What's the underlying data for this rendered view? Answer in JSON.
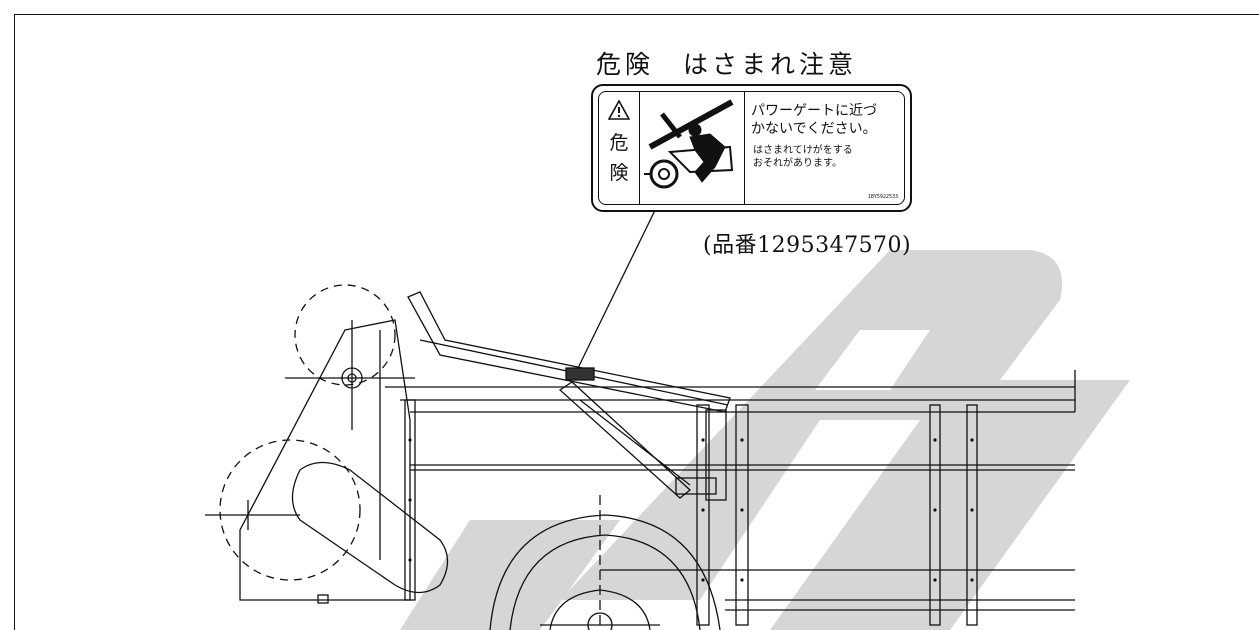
{
  "warning_label": {
    "heading": "危険　はさまれ注意",
    "danger_chars": [
      "危",
      "険"
    ],
    "message_main": [
      "パワーゲートに近づ",
      "かないでください。"
    ],
    "message_sub": [
      "はさまれてけがをする",
      "おそれがあります。"
    ],
    "label_code": "1BY5922533",
    "part_number": "(品番1295347570)"
  },
  "icons": {
    "warning": "warning-triangle-icon",
    "pictogram": "pinch-hazard-pictogram"
  },
  "colors": {
    "line": "#111111",
    "watermark": "#cccccc"
  }
}
